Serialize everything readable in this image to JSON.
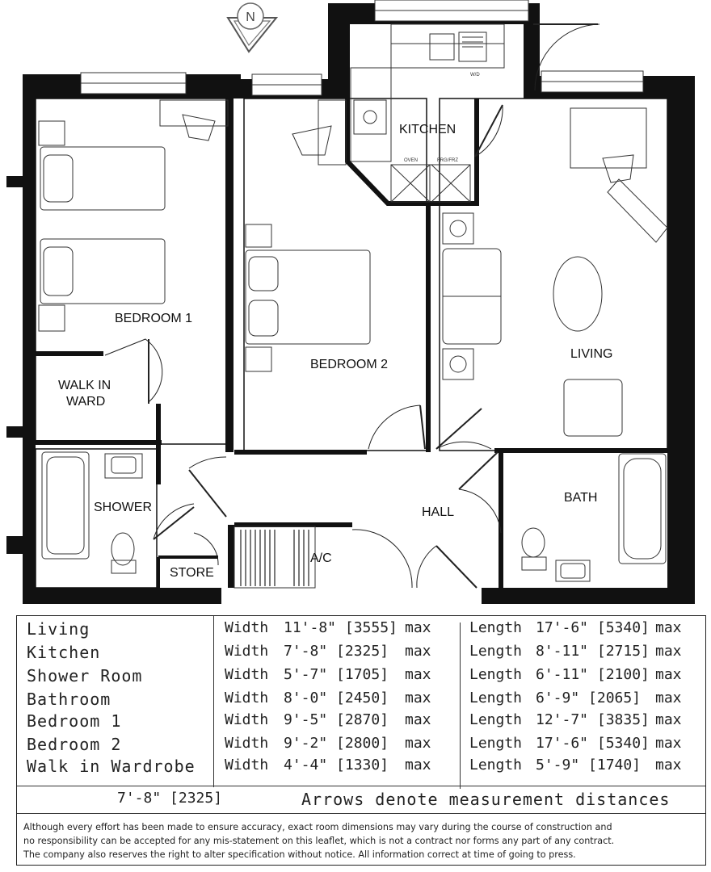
{
  "compass": {
    "letter": "N"
  },
  "rooms": {
    "kitchen": "KITCHEN",
    "bedroom1": "BEDROOM 1",
    "bedroom2": "BEDROOM 2",
    "living": "LIVING",
    "walk_in_ward_line1": "WALK IN",
    "walk_in_ward_line2": "WARD",
    "shower": "SHOWER",
    "hall": "HALL",
    "bath": "BATH",
    "store": "STORE",
    "ac": "A/C"
  },
  "appliances": {
    "oven": "OVEN",
    "frg_frz": "FRG/FRZ",
    "wd": "W/D"
  },
  "schedule": [
    {
      "room": "Living",
      "width_label": "Width",
      "width": "11'-8\" [3555]",
      "width_suffix": "max",
      "length_label": "Length",
      "length": "17'-6\" [5340]",
      "length_suffix": "max"
    },
    {
      "room": "Kitchen",
      "width_label": "Width",
      "width": "7'-8\" [2325]",
      "width_suffix": "max",
      "length_label": "Length",
      "length": "8'-11\" [2715]",
      "length_suffix": "max"
    },
    {
      "room": "Shower Room",
      "width_label": "Width",
      "width": "5'-7\" [1705]",
      "width_suffix": "max",
      "length_label": "Length",
      "length": "6'-11\" [2100]",
      "length_suffix": "max"
    },
    {
      "room": "Bathroom",
      "width_label": "Width",
      "width": "8'-0\" [2450]",
      "width_suffix": "max",
      "length_label": "Length",
      "length": "6'-9\" [2065]",
      "length_suffix": "max"
    },
    {
      "room": "Bedroom 1",
      "width_label": "Width",
      "width": "9'-5\" [2870]",
      "width_suffix": "max",
      "length_label": "Length",
      "length": "12'-7\" [3835]",
      "length_suffix": "max"
    },
    {
      "room": "Bedroom 2",
      "width_label": "Width",
      "width": "9'-2\" [2800]",
      "width_suffix": "max",
      "length_label": "Length",
      "length": "17'-6\" [5340]",
      "length_suffix": "max"
    },
    {
      "room": "Walk in Wardrobe",
      "width_label": "Width",
      "width": "4'-4\" [1330]",
      "width_suffix": "max",
      "length_label": "Length",
      "length": "5'-9\" [1740]",
      "length_suffix": "max"
    }
  ],
  "footer": {
    "dimension": "7'-8\" [2325]",
    "arrows_note": "Arrows denote measurement distances",
    "disclaimer_line1": "Although every effort has been made to ensure accuracy, exact room dimensions may vary during the course of construction and",
    "disclaimer_line2": "no responsibility can be accepted for any mis-statement on this leaflet, which is not a contract nor forms any part of any contract.",
    "disclaimer_line3": "The company also reserves the right to alter specification without notice. All information correct at time of going to press."
  }
}
